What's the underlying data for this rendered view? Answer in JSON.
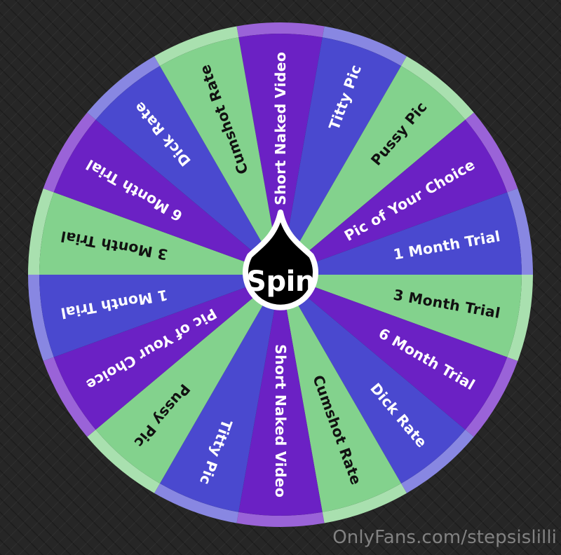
{
  "wheel": {
    "center_button_label": "Spin",
    "segment_count": 18,
    "segment_angle_deg": 20,
    "colors": {
      "green": "#83D28D",
      "blue": "#4A49CF",
      "purple": "#6B21C4",
      "rim_green": "#A9E0AF",
      "rim_blue": "#8887E2",
      "rim_purple": "#9A63D8",
      "text_on_green": "#111111",
      "text_on_blue": "#FFFFFF",
      "text_on_purple": "#FFFFFF",
      "hub_fill": "#000000",
      "hub_stroke": "#FFFFFF",
      "background": "#262626"
    },
    "segments": [
      {
        "label": "Short Naked Video",
        "color": "purple",
        "center_deg": 0
      },
      {
        "label": "Titty Pic",
        "color": "blue",
        "center_deg": 20
      },
      {
        "label": "Pussy Pic",
        "color": "green",
        "center_deg": 40
      },
      {
        "label": "Pic of Your Choice",
        "color": "purple",
        "center_deg": 60
      },
      {
        "label": "1 Month Trial",
        "color": "blue",
        "center_deg": 80
      },
      {
        "label": "3 Month Trial",
        "color": "green",
        "center_deg": 100
      },
      {
        "label": "6 Month Trial",
        "color": "purple",
        "center_deg": 120
      },
      {
        "label": "Dick Rate",
        "color": "blue",
        "center_deg": 140
      },
      {
        "label": "Cumshot Rate",
        "color": "green",
        "center_deg": 160
      },
      {
        "label": "Short Naked Video",
        "color": "purple",
        "center_deg": 180
      },
      {
        "label": "Titty Pic",
        "color": "blue",
        "center_deg": 200
      },
      {
        "label": "Pussy Pic",
        "color": "green",
        "center_deg": 220
      },
      {
        "label": "Pic of Your Choice",
        "color": "purple",
        "center_deg": 240
      },
      {
        "label": "1 Month Trial",
        "color": "blue",
        "center_deg": 260
      },
      {
        "label": "3 Month Trial",
        "color": "green",
        "center_deg": 280
      },
      {
        "label": "6 Month Trial",
        "color": "purple",
        "center_deg": 300
      },
      {
        "label": "Dick Rate",
        "color": "blue",
        "center_deg": 320
      },
      {
        "label": "Cumshot Rate",
        "color": "green",
        "center_deg": 340
      }
    ]
  },
  "watermark": {
    "text": "OnlyFans.com/stepsislilli"
  }
}
